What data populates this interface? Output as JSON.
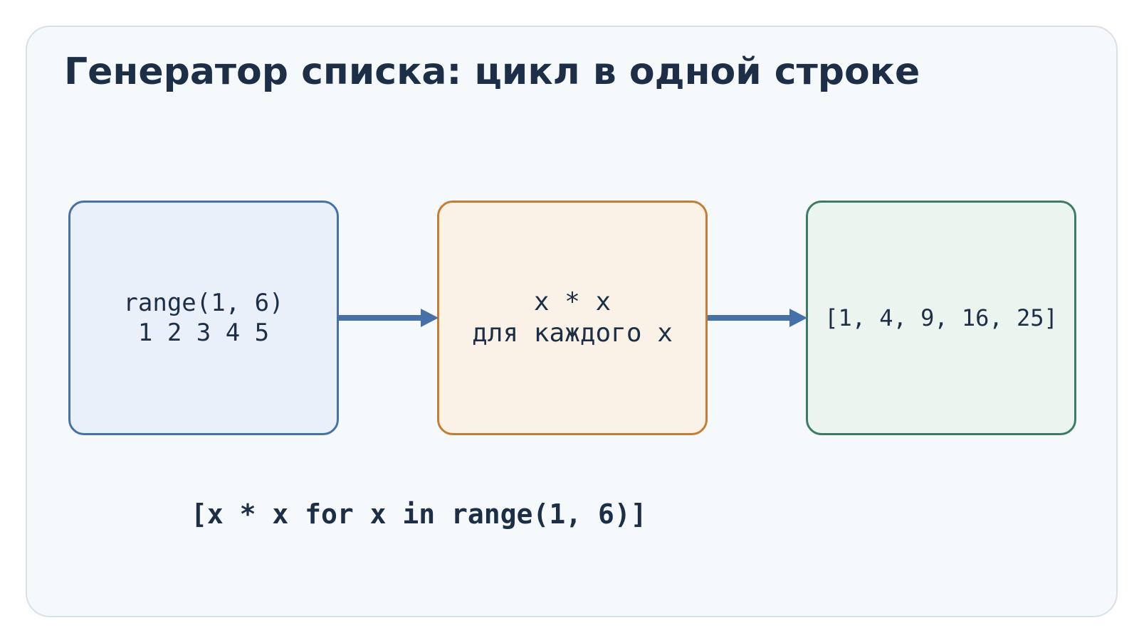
{
  "title": "Генератор списка: цикл в одной строке",
  "nodes": {
    "input": {
      "line1": "range(1, 6)",
      "line2": "1 2 3 4 5"
    },
    "transform": {
      "line1": "x * x",
      "line2": "для каждого x"
    },
    "output": {
      "line1": "[1, 4, 9, 16, 25]"
    }
  },
  "code": "[x * x for x in range(1, 6)]",
  "colors": {
    "arrow": "#4670a8",
    "input_border": "#4670a8",
    "transform_border": "#c37d35",
    "output_border": "#3e7a66"
  }
}
